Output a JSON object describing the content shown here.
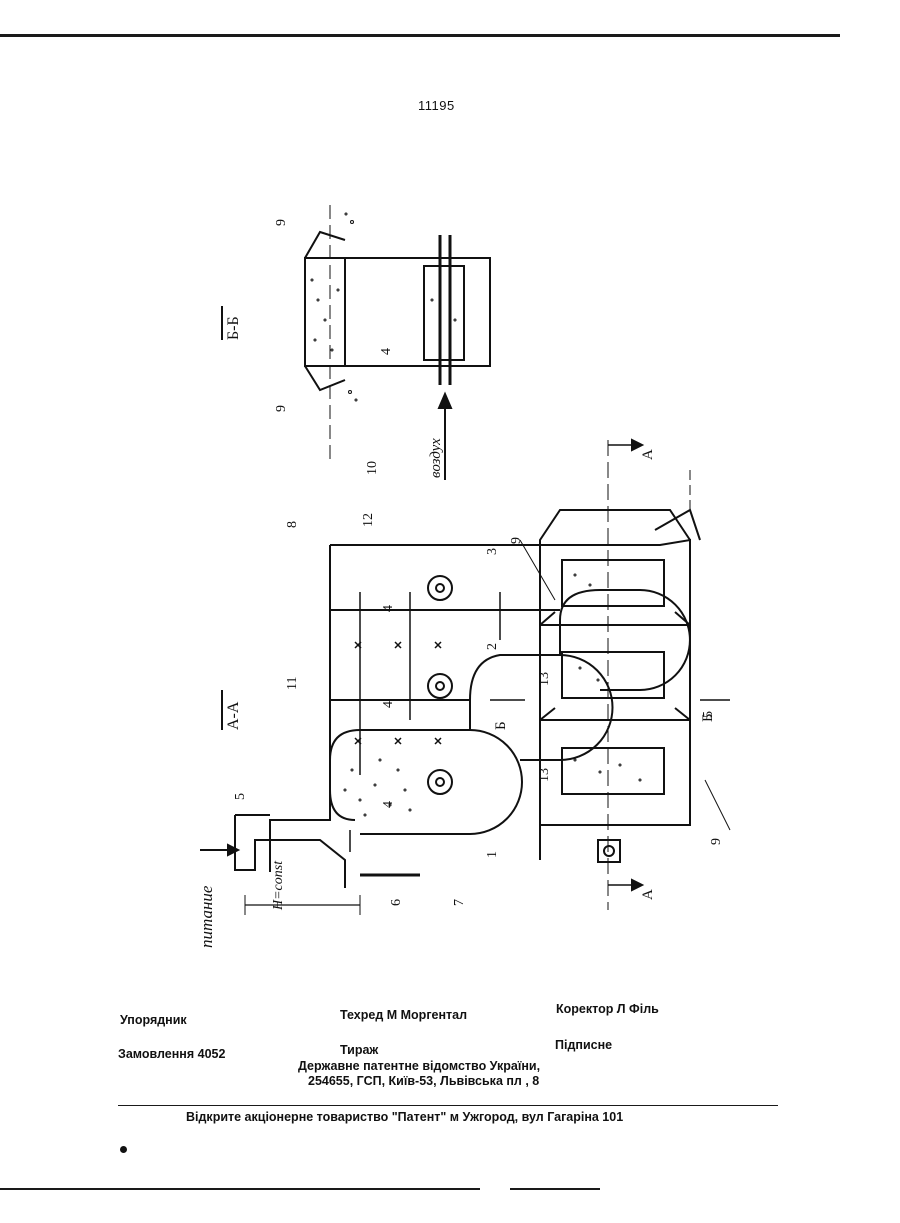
{
  "page_number": "11195",
  "drawing": {
    "section_aa": "А-А",
    "section_bb": "Б-Б",
    "label_feed": "питание",
    "label_air": "воздух",
    "label_height": "H=const",
    "callouts": [
      "1",
      "2",
      "3",
      "4",
      "5",
      "6",
      "7",
      "8",
      "9",
      "10",
      "11",
      "12",
      "13"
    ],
    "arrow_a": "А",
    "arrow_b": "Б"
  },
  "footer": {
    "compiler": "Упорядник",
    "tech_editor": "Техред М Моргентал",
    "corrector": "Коректор Л  Філь",
    "order": "Замовлення  4052",
    "circulation": "Тираж",
    "subscription": "Підписне",
    "office_line1": "Державне патентне відомство України,",
    "office_line2": "254655, ГСП, Київ-53, Львівська пл , 8",
    "publisher": "Відкрите акціонерне товариство \"Патент\"  м  Ужгород, вул Гагаріна  101"
  }
}
